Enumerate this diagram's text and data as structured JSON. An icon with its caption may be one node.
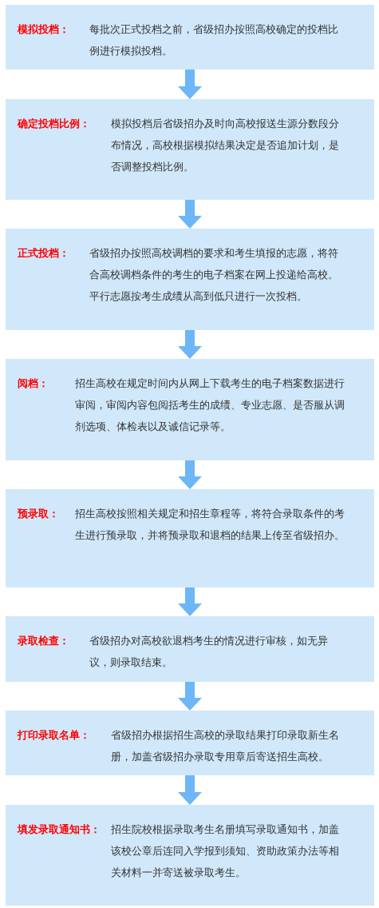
{
  "diagram": {
    "nodes": [
      {
        "text": [
          "模拟投档：",
          "每批次正式投档之前，省级招办按照高校确定的投档比例进行模拟投档。"
        ]
      },
      {
        "text": [
          "确定投档比例：",
          "模拟投档后省级招办及时向高校报送生源分数段分布情况，高校根据模拟结果决定是否追加计划，是否调整投档比例。"
        ]
      },
      {
        "text": [
          "正式投档：",
          "省级招办按照高校调档的要求和考生填报的志愿，将符合高校调档条件的考生的电子档案在网上投递给高校。平行志愿按考生成绩从高到低只进行一次投档。"
        ]
      },
      {
        "text": [
          "阅档：",
          "招生高校在规定时间内从网上下载考生的电子档案数据进行审阅，审阅内容包阅括考生的成绩、专业志愿、是否服从调剂选项、体检表以及诚信记录等。"
        ]
      },
      {
        "text": [
          "预录取：",
          "招生高校按照相关规定和招生章程等，将符合录取条件的考生进行预录取，并将预录取和退档的结果上传至省级招办。"
        ]
      },
      {
        "text": [
          "录取检查：",
          "省级招办对高校欲退档考生的情况进行审核，如无异议，则录取结束。"
        ]
      },
      {
        "text": [
          "打印录取名单：",
          "省级招办根据招生高校的录取结果打印录取新生名册，加盖省级招办录取专用章后寄送招生高校。"
        ]
      },
      {
        "text": [
          "填发录取通知书：",
          "招生院校根据录取考生名册填写录取通知书，加盖该校公章后连同入学报到须知、资助政策办法等相关材料一并寄送被录取考生。"
        ]
      }
    ],
    "edges": [
      {
        "from": 0,
        "to": 1,
        "arrow": "to"
      },
      {
        "from": 1,
        "to": 2,
        "arrow": "to"
      },
      {
        "from": 2,
        "to": 3,
        "arrow": "to"
      },
      {
        "from": 3,
        "to": 4,
        "arrow": "to"
      },
      {
        "from": 4,
        "to": 5,
        "arrow": "to"
      },
      {
        "from": 5,
        "to": 6,
        "arrow": "to"
      },
      {
        "from": 6,
        "to": 7,
        "arrow": "to"
      }
    ]
  }
}
